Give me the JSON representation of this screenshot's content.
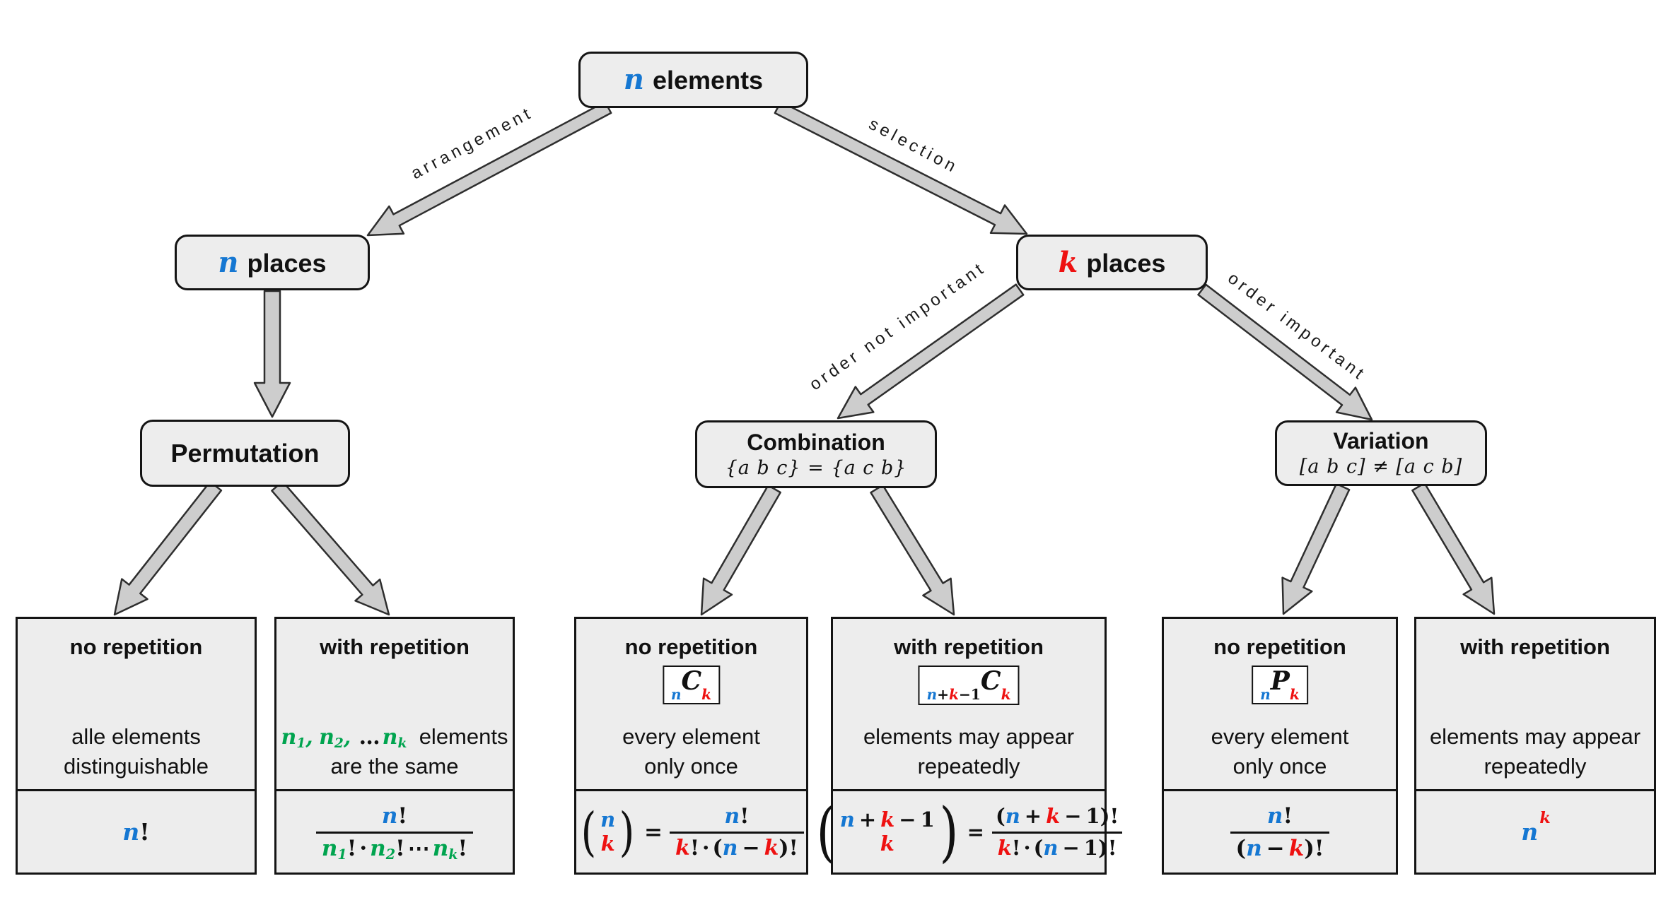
{
  "colors": {
    "n_blue": "#1577d2",
    "k_red": "#ee1111",
    "group_green": "#00a44f",
    "box_fill": "#ededed",
    "box_border": "#141414",
    "badge_bg": "#ffffff",
    "arrow_fill": "#cdcdcd",
    "arrow_stroke": "#2e2e2e"
  },
  "tok": {
    "n": "n",
    "k": "k",
    "C": "C",
    "P": "P",
    "fact": "!",
    "plus": "+",
    "minus": "−",
    "one": "1",
    "cdot": "·",
    "cdots": "⋯",
    "comma": ",",
    "dots": "…",
    "eq": "=",
    "lp": "(",
    "rp": ")",
    "sub1": "1",
    "sub2": "2",
    "subk": "k"
  },
  "nodes": {
    "root": {
      "var": "n",
      "label": "elements"
    },
    "n_places": {
      "var": "n",
      "label": "places"
    },
    "k_places": {
      "var": "k",
      "label": "places"
    },
    "permutation": {
      "title": "Permutation"
    },
    "combination": {
      "title": "Combination",
      "subtitle": "{a b c} = {a c b}"
    },
    "variation": {
      "title": "Variation",
      "subtitle": "[a b c] ≠ [a c b]"
    }
  },
  "edges": {
    "arrangement": "arrangement",
    "selection": "selection",
    "order_not_important": "order not important",
    "order_important": "order important"
  },
  "leaves": {
    "perm_no": {
      "title": "no repetition",
      "desc1": "alle elements",
      "desc2": "distinguishable",
      "formula_text": "n!"
    },
    "perm_with": {
      "title": "with repetition",
      "desc_math": "n1, n2, … nk",
      "desc1": "elements",
      "desc2": "are the same",
      "formula_text": "n! / (n1! · n2! ⋯ nk!)"
    },
    "comb_no": {
      "title": "no repetition",
      "badge_text": "nCk",
      "desc1": "every element",
      "desc2": "only once",
      "formula_text": "(n k) = n! / (k! · (n − k)!)"
    },
    "comb_with": {
      "title": "with repetition",
      "badge_text": "n+k−1Ck",
      "desc1": "elements may appear",
      "desc2": "repeatedly",
      "formula_text": "(n+k−1 k) = (n+k−1)! / (k! · (n−1)!)"
    },
    "var_no": {
      "title": "no repetition",
      "badge_text": "nPk",
      "desc1": "every element",
      "desc2": "only once",
      "formula_text": "n! / (n − k)!"
    },
    "var_with": {
      "title": "with repetition",
      "desc1": "elements may appear",
      "desc2": "repeatedly",
      "formula_text": "n^k"
    }
  }
}
